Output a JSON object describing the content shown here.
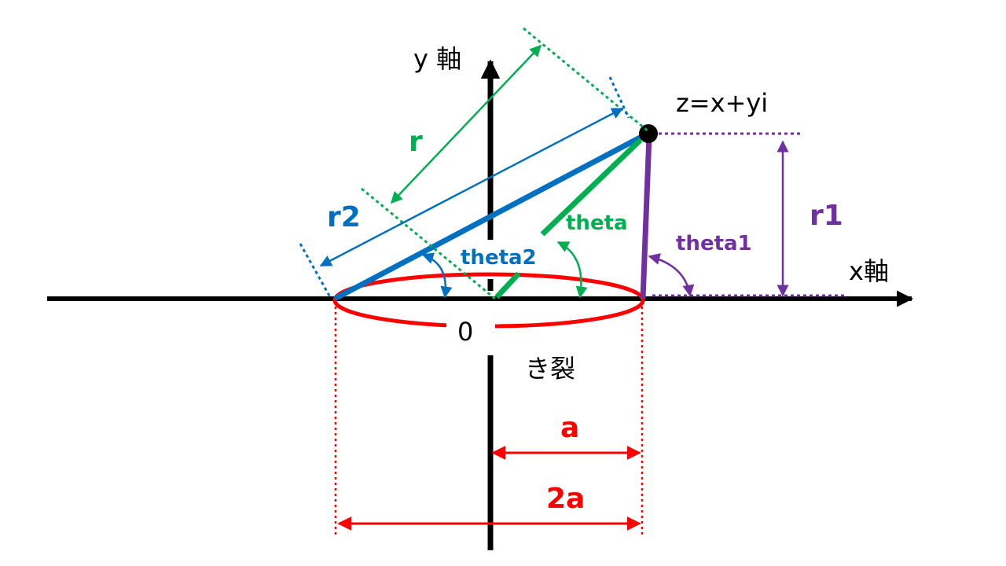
{
  "labels": {
    "y_axis": "y 軸",
    "x_axis": "x軸",
    "point": "z=x+yi",
    "origin": "0",
    "crack": "き裂",
    "r": "r",
    "r1": "r1",
    "r2": "r2",
    "theta": "theta",
    "theta1": "theta1",
    "theta2": "theta2",
    "a": "a",
    "two_a": "2a"
  },
  "colors": {
    "axis": "#000000",
    "crack": "#ff0000",
    "r_green": "#00b050",
    "r1_purple": "#7030a0",
    "r2_blue": "#0070c0",
    "dimension_red": "#ff0000"
  }
}
